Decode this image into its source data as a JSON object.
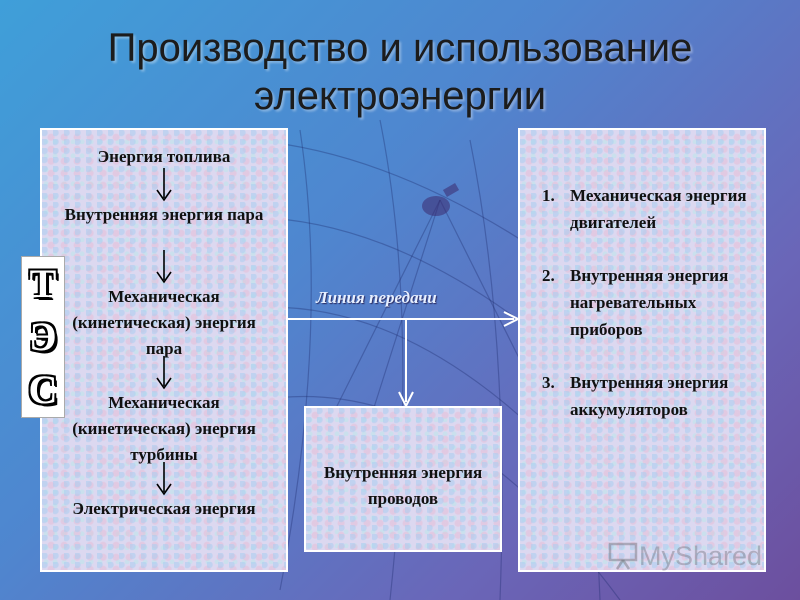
{
  "title": {
    "line1": "Производство и использование",
    "line2": "электроэнергии"
  },
  "tes_label": [
    "Т",
    "Э",
    "С"
  ],
  "production_chain": [
    "Энергия топлива",
    "Внутренняя энергия пара",
    "Механическая (кинетическая) энергия пара",
    "Механическая (кинетическая) энергия турбины",
    "Электрическая энергия"
  ],
  "transmission_label": "Линия передачи",
  "wires_box": "Внутренняя энергия проводов",
  "usage_list": [
    {
      "num": "1.",
      "text": "Механическая энергия двигателей"
    },
    {
      "num": "2.",
      "text": "Внутренняя энергия нагревательных приборов"
    },
    {
      "num": "3.",
      "text": "Внутренняя энергия аккумуляторов"
    }
  ],
  "watermark": {
    "text": "MyShared",
    "icon": "presentation-board-icon"
  },
  "colors": {
    "arrow": "#ffffff",
    "chain_arrow": "#000000"
  }
}
